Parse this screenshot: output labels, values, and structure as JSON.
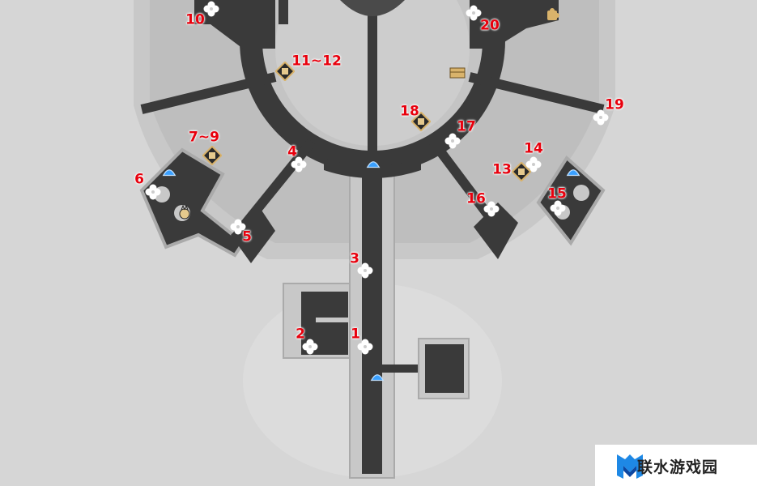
{
  "map": {
    "markers": [
      "1",
      "2",
      "3",
      "4",
      "5",
      "6",
      "7~9",
      "10",
      "11~12",
      "13",
      "14",
      "15",
      "16",
      "17",
      "18",
      "19",
      "20"
    ],
    "colors": {
      "label": "#e8000d",
      "floor": "#3a3a3a",
      "platform": "#c6c6c6",
      "background": "#d6d6d6",
      "teleport": "#3aa0ff",
      "gold": "#d9b36b"
    }
  },
  "watermark": {
    "text": "联水游戏园"
  }
}
